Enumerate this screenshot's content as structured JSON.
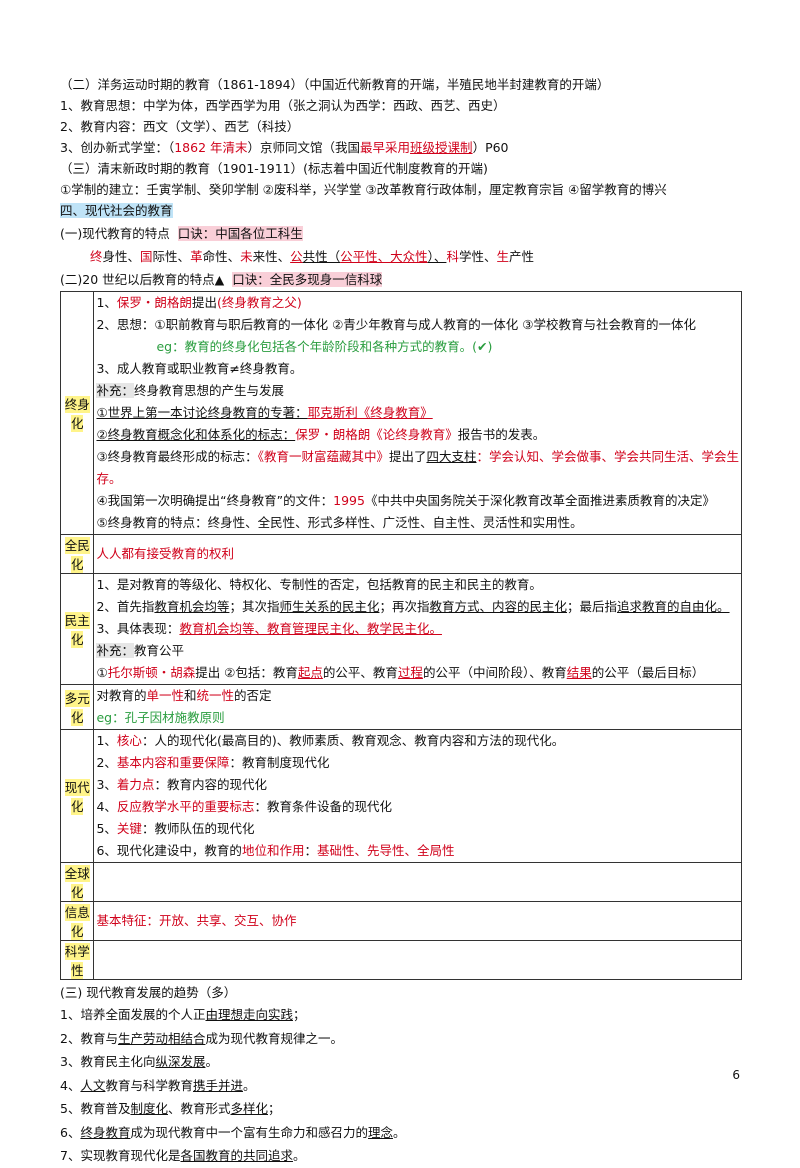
{
  "s2_title": "（二）洋务运动时期的教育（1861-1894）（中国近代新教育的开端，半殖民地半封建教育的开端）",
  "s2_l1": "1、教育思想：中学为体，西学西学为用（张之洞认为西学：西政、西艺、西史）",
  "s2_l2": "2、教育内容：西文（文学）、西艺（科技）",
  "s2_l3a": "3、创办新式学堂：（",
  "s2_l3b": "1862 年清末",
  "s2_l3c": "）京师同文馆（我国",
  "s2_l3d": "最早采用",
  "s2_l3e": "班级授课制",
  "s2_l3f": "）P60",
  "s3_title": "（三）清末新政时期的教育（1901-1911）(标志着中国近代制度教育的开端)",
  "s3_l1": "①学制的建立：壬寅学制、癸卯学制 ②废科举，兴学堂 ③改革教育行政体制，厘定教育宗旨 ④留学教育的博兴",
  "sec4": "四、现代社会的教育",
  "p1_title": "(一)现代教育的特点",
  "p1_mnemonic": "口诀：中国各位工科生",
  "p1_traits": [
    {
      "a": "终",
      "b": "身性、"
    },
    {
      "a": "国",
      "b": "际性、"
    },
    {
      "a": "革",
      "b": "命性、"
    },
    {
      "a": "未",
      "b": "来性、"
    },
    {
      "a": "公",
      "b": "共性（",
      "u": true
    },
    {
      "a": "公平性、大众性",
      "b": "）、",
      "red": true
    },
    {
      "a": "科",
      "b": "学性、"
    },
    {
      "a": "生",
      "b": "产性"
    }
  ],
  "p2_title": "(二)20 世纪以后教育的特点▲",
  "p2_mnemonic": "口诀：全民多现身一信科球",
  "t_lifelong": {
    "label": "终身化",
    "l1a": "1、",
    "l1b": "保罗・朗格朗",
    "l1c": "提出",
    "l1d": "(终身教育之父)",
    "l2": "2、思想：①职前教育与职后教育的一体化 ②青少年教育与成人教育的一体化 ③学校教育与社会教育的一体化",
    "eg": "eg：教育的终身化包括各个年龄阶段和各种方式的教育。(✔)",
    "l3": "3、成人教育或职业教育≠终身教育。",
    "sup_label": "补充：",
    "sup_text": "终身教育思想的产生与发展",
    "i1a": "①世界上第一本讨论终身教育的专著：",
    "i1b": "耶克斯利《终身教育》",
    "i2a": "②终身教育概念化和体系化的标志：",
    "i2b": "保罗・朗格朗《论终身教育》",
    "i2c": "报告书的发表。",
    "i3a": "③终身教育最终形成的标志：",
    "i3b": "《教育一财富蕴藏其中》",
    "i3c": "提出了",
    "i3d": "四大支柱",
    "i3e": "：学会认知、学会做事、学会共同生活、学会生",
    "i3f": "存。",
    "i4a": "④我国第一次明确提出“终身教育”的文件：",
    "i4b": "1995",
    "i4c": "《中共中央国务院关于深化教育改革全面推进素质教育的决定》",
    "i5": "⑤终身教育的特点：终身性、全民性、形式多样性、广泛性、自主性、灵活性和实用性。"
  },
  "t_people": {
    "label": "全民化",
    "text": "人人都有接受教育的权利"
  },
  "t_demo": {
    "label": "民主化",
    "l1": "1、是对教育的等级化、特权化、专制性的否定，包括教育的民主和民主的教育。",
    "l2a": "2、首先指",
    "l2b": "教育机会均等",
    "l2c": "；其次指",
    "l2d": "师生关系的民主化",
    "l2e": "；再次指",
    "l2f": "教育方式、内容的民主化",
    "l2g": "；最后指",
    "l2h": "追求教育的自由化。",
    "l3a": "3、具体表现：",
    "l3b": "教育机会均等、教育管理民主化、教学民主化。",
    "sup_label": "补充：",
    "sup_text": "教育公平",
    "l4a": "①",
    "l4b": "托尔斯顿・胡森",
    "l4c": "提出 ②包括：教育",
    "l4d": "起点",
    "l4e": "的公平、教育",
    "l4f": "过程",
    "l4g": "的公平（中间阶段）、教育",
    "l4h": "结果",
    "l4i": "的公平（最后目标）"
  },
  "t_diverse": {
    "label": "多元化",
    "l1a": "对教育的",
    "l1b": "单一性",
    "l1c": "和",
    "l1d": "统一性",
    "l1e": "的否定",
    "eg": "eg：孔子因材施教原则"
  },
  "t_modern": {
    "label": "现代化",
    "rows": [
      {
        "n": "1、",
        "k": "核心",
        "t": "：人的现代化(最高目的)、教师素质、教育观念、教育内容和方法的现代化。"
      },
      {
        "n": "2、",
        "k": "基本内容和重要保障",
        "t": "：教育制度现代化"
      },
      {
        "n": "3、",
        "k": "着力点",
        "t": "：教育内容的现代化"
      },
      {
        "n": "4、",
        "k": "反应教学水平的重要标志",
        "t": "：教育条件设备的现代化"
      },
      {
        "n": "5、",
        "k": "关键",
        "t": "：教师队伍的现代化"
      }
    ],
    "l6a": "6、现代化建设中，教育的",
    "l6b": "地位和作用",
    "l6c": "：",
    "l6d": "基础性、先导性、全局性"
  },
  "t_global": {
    "label": "全球化"
  },
  "t_info": {
    "label": "信息化",
    "text": "基本特征：开放、共享、交互、协作"
  },
  "t_sci": {
    "label": "科学性"
  },
  "p3_title": "(三) 现代教育发展的趋势（多）",
  "trends": [
    {
      "a": "1、培养全面发展的个人正",
      "u": "由理想走向实践",
      "b": "；"
    },
    {
      "a": "2、教育与",
      "u": "生产劳动相结合",
      "b": "成为现代教育规律之一。"
    },
    {
      "a": "3、教育民主化向",
      "u": "纵深发展",
      "b": "。"
    },
    {
      "a": "4、",
      "u": "人文",
      "b": "教育与科学教育",
      "u2": "携手并进",
      "b2": "。"
    },
    {
      "a": "5、教育普及",
      "u": "制度化",
      "b": "、教育形式",
      "u2": "多样化",
      "b2": "；"
    },
    {
      "a": "6、",
      "u": "终身教育",
      "b": "成为现代教育中一个富有生命力和感召力的",
      "u2": "理念",
      "b2": "。"
    },
    {
      "a": "7、实现教育现代化是",
      "u": "各国教育的共同追求",
      "b": "。"
    }
  ],
  "page_number": "6"
}
